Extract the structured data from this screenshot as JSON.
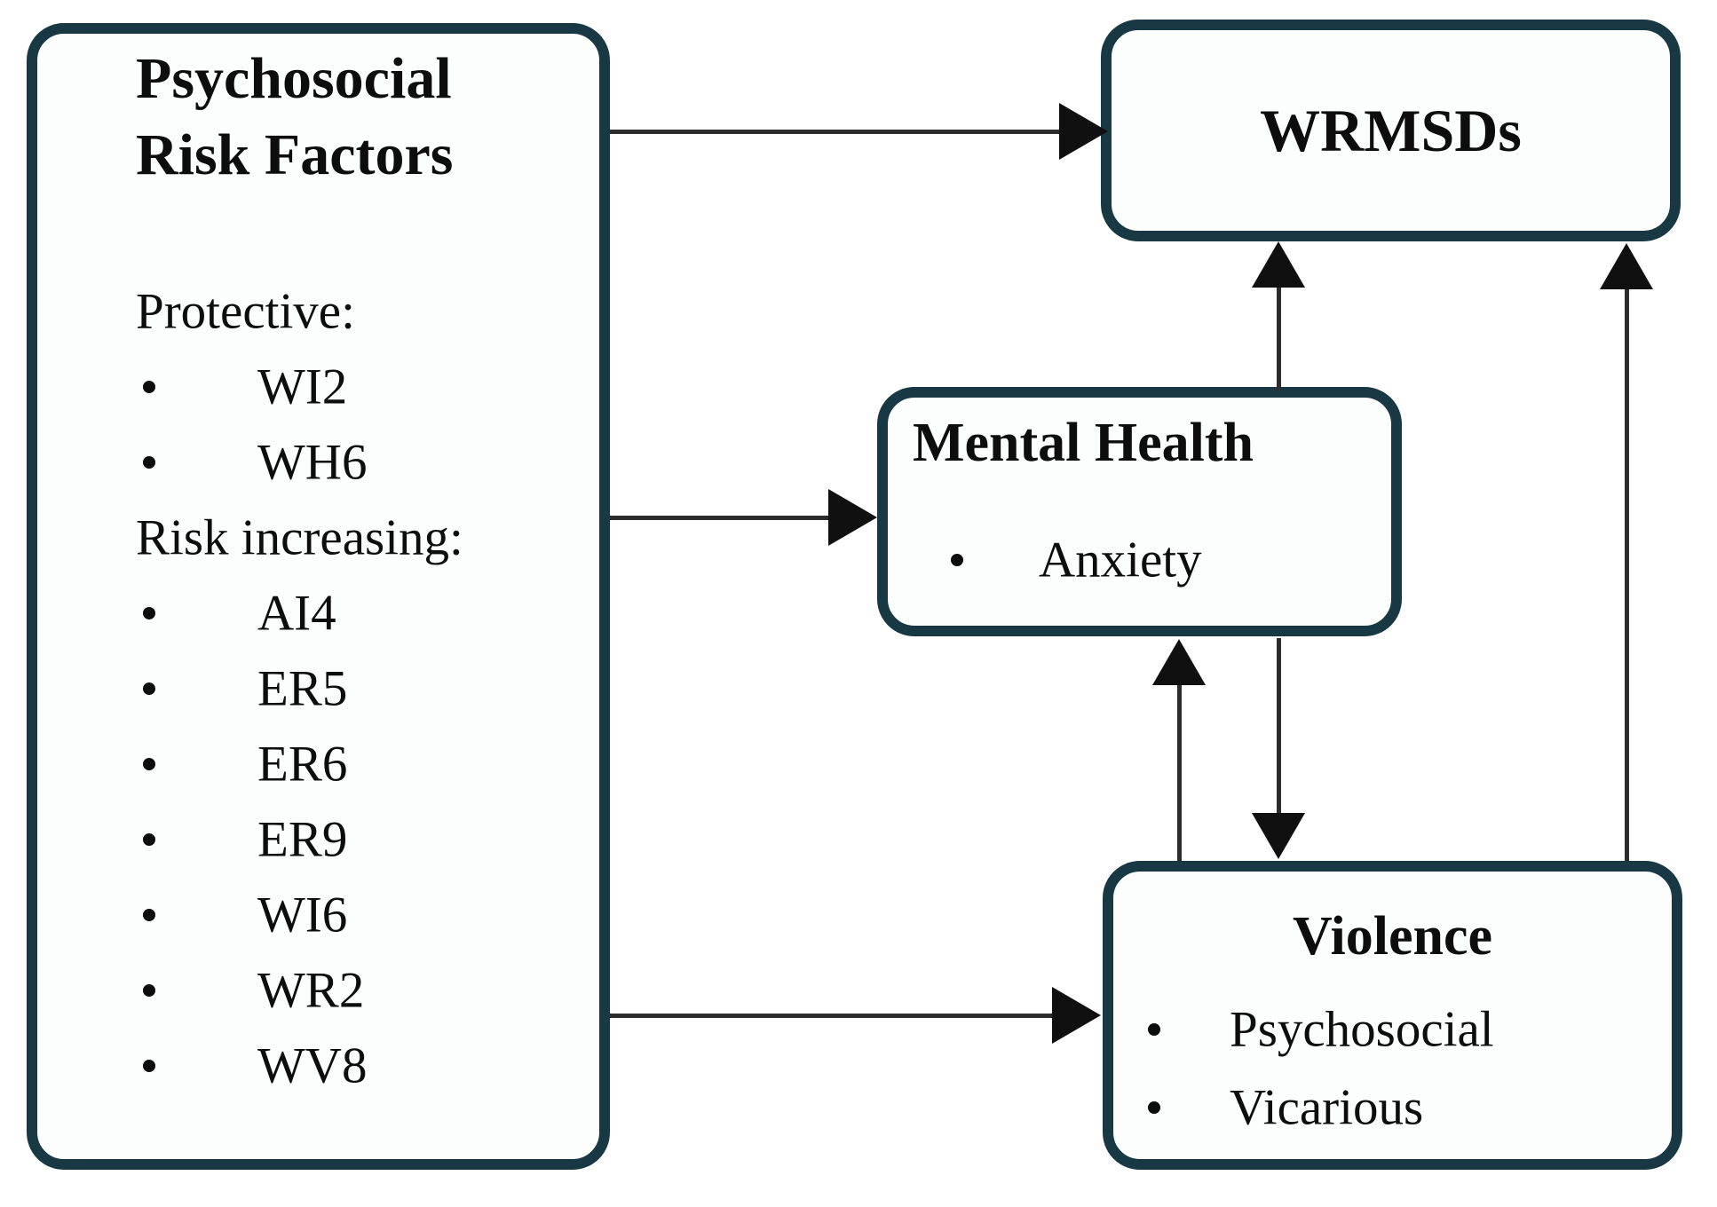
{
  "diagram": {
    "psrf": {
      "title_line1": "Psychosocial",
      "title_line2": "Risk Factors",
      "protective_label": "Protective:",
      "protective_items": [
        "WI2",
        "WH6"
      ],
      "risk_label": "Risk increasing:",
      "risk_items": [
        "AI4",
        "ER5",
        "ER6",
        "ER9",
        "WI6",
        "WR2",
        "WV8"
      ]
    },
    "wrmsds": {
      "title": "WRMSDs"
    },
    "mental_health": {
      "title": "Mental Health",
      "items": [
        "Anxiety"
      ]
    },
    "violence": {
      "title": "Violence",
      "items": [
        "Psychosocial",
        "Vicarious"
      ]
    },
    "edges": [
      {
        "from": "psychosocial-risk-factors",
        "to": "wrmsds"
      },
      {
        "from": "psychosocial-risk-factors",
        "to": "mental-health"
      },
      {
        "from": "psychosocial-risk-factors",
        "to": "violence"
      },
      {
        "from": "mental-health",
        "to": "wrmsds"
      },
      {
        "from": "mental-health",
        "to": "violence"
      },
      {
        "from": "violence",
        "to": "mental-health"
      },
      {
        "from": "violence",
        "to": "wrmsds"
      }
    ],
    "colors": {
      "box_border": "#183844",
      "box_fill": "#fcfdfd",
      "arrow": "#101010",
      "text": "#0d0d0d"
    }
  }
}
